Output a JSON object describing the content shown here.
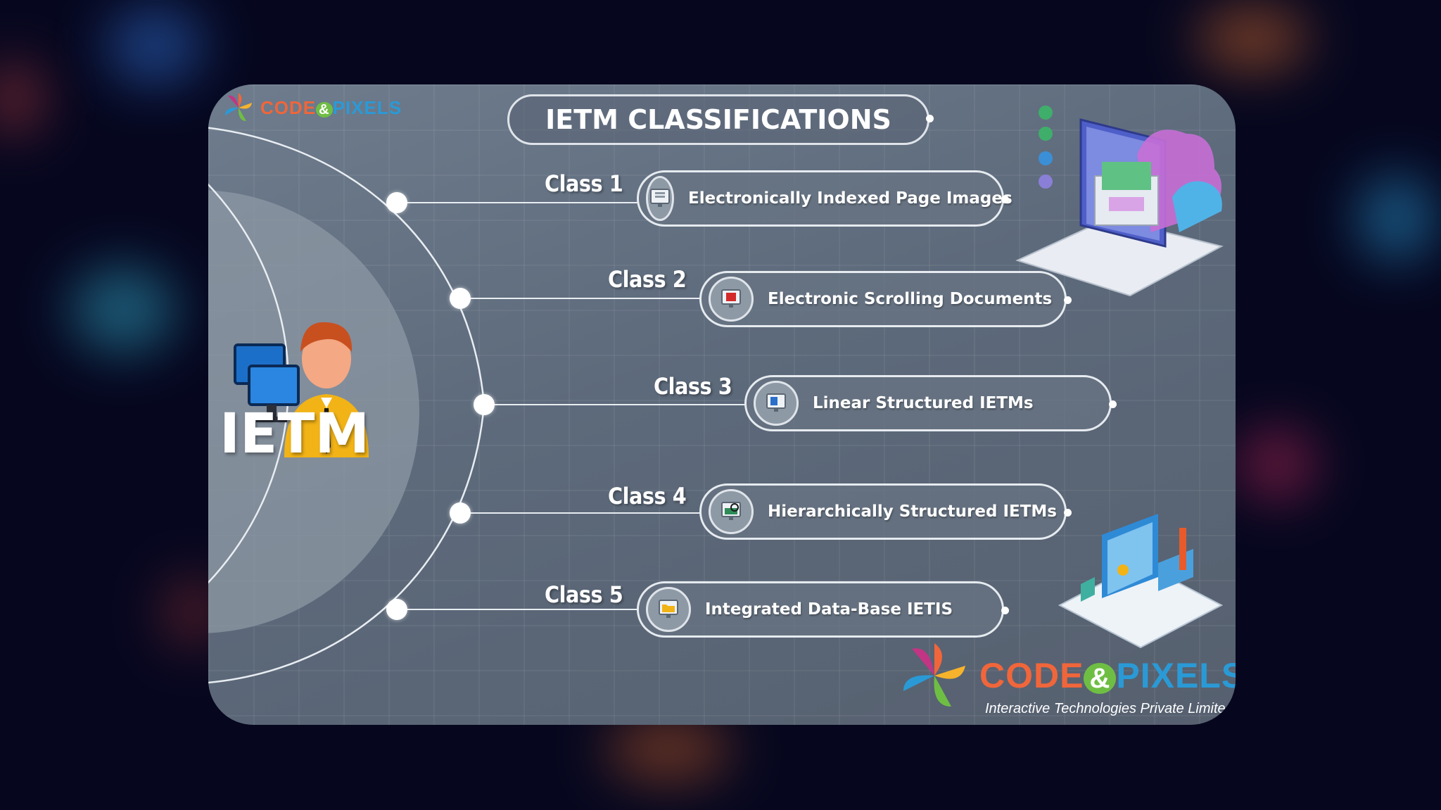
{
  "brand": {
    "code": "CODE",
    "amp": "&",
    "pixels": "PIXELS",
    "tagline": "Interactive Technologies Private Limited",
    "colors": {
      "code": "#f0663a",
      "amp_bg": "#6fbe44",
      "pixels": "#2a9ad6"
    }
  },
  "title": "IETM CLASSIFICATIONS",
  "center_label": "IETM",
  "classes": [
    {
      "label": "Class 1",
      "description": "Electronically Indexed Page Images",
      "icon": "document-icon"
    },
    {
      "label": "Class 2",
      "description": "Electronic Scrolling Documents",
      "icon": "scroll-document-icon"
    },
    {
      "label": "Class 3",
      "description": "Linear Structured IETMs",
      "icon": "monitor-icon"
    },
    {
      "label": "Class 4",
      "description": "Hierarchically Structured IETMs",
      "icon": "hierarchy-icon"
    },
    {
      "label": "Class 5",
      "description": "Integrated Data-Base IETIS",
      "icon": "database-folder-icon"
    }
  ],
  "colors": {
    "page_background": "#06071f",
    "card": "#5f6c7d",
    "pill_border": "#e6ebf0",
    "text": "#ffffff"
  }
}
